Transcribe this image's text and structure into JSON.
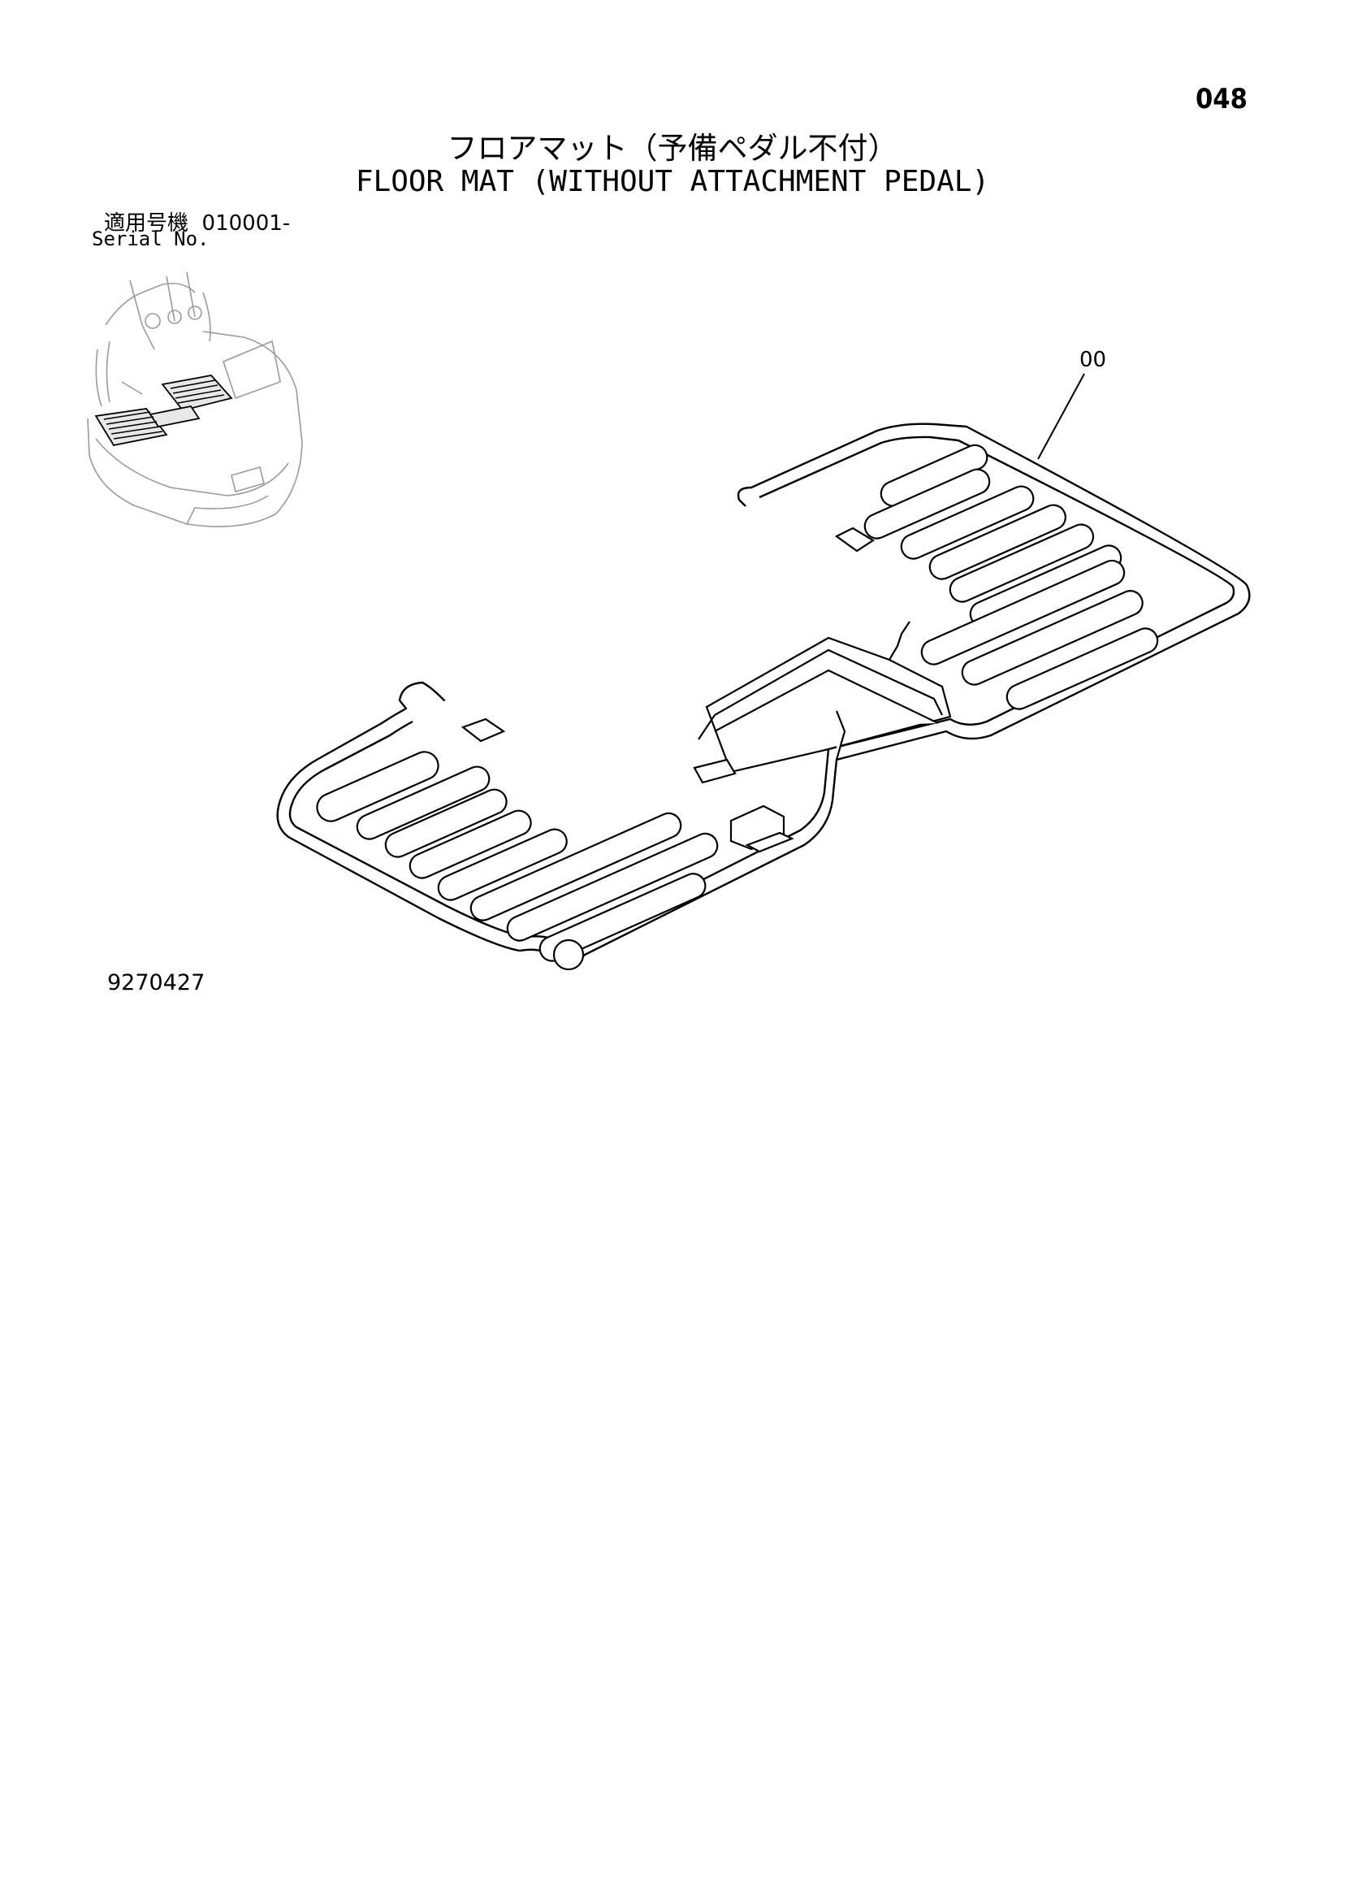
{
  "header": {
    "page_number": "048",
    "title_jp": "フロアマット（予備ペダル不付）",
    "title_en": "FLOOR MAT (WITHOUT ATTACHMENT PEDAL)"
  },
  "serial": {
    "label_jp": "適用号機",
    "range": "010001-",
    "label_en": "Serial No."
  },
  "part_callout": "00",
  "drawing_number": "9270427"
}
